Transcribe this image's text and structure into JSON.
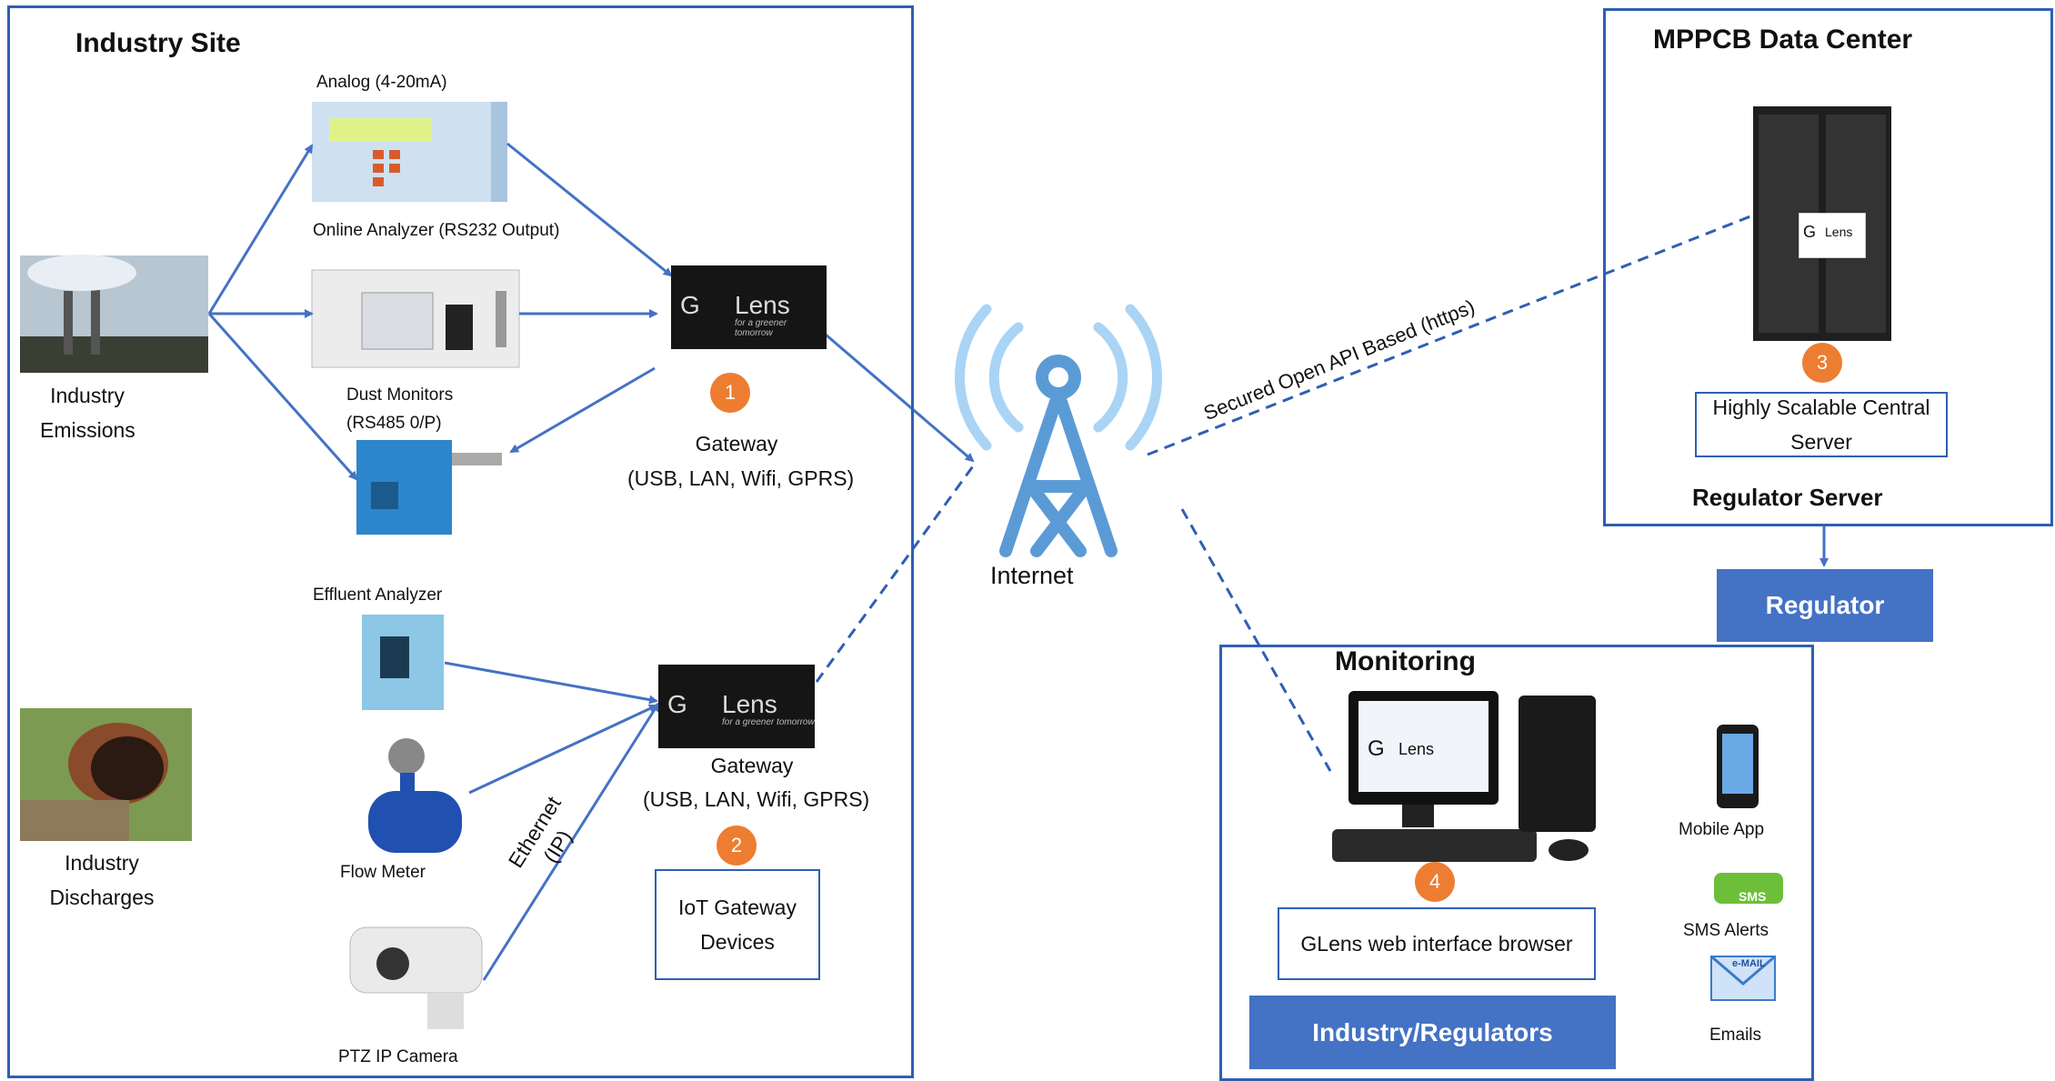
{
  "industry_site": {
    "title": "Industry Site",
    "analog_label": "Analog (4-20mA)",
    "online_analyzer_label": "Online Analyzer  (RS232 Output)",
    "dust_monitors_label": "Dust Monitors",
    "dust_monitors_proto": "(RS485 0/P)",
    "effluent_analyzer_label": "Effluent Analyzer",
    "flow_meter_label": "Flow Meter",
    "ptz_camera_label": "PTZ IP Camera",
    "ethernet_label": "Ethernet",
    "ethernet_ip_label": "(IP)",
    "emissions_line1": "Industry",
    "emissions_line2": "Emissions",
    "discharges_line1": "Industry",
    "discharges_line2": "Discharges",
    "gateway1_badge": "1",
    "gateway1_label": "Gateway",
    "gateway1_conn": "(USB, LAN, Wifi, GPRS)",
    "gateway2_label": "Gateway",
    "gateway2_conn": "(USB, LAN, Wifi, GPRS)",
    "gateway2_badge": "2",
    "iot_line1": "IoT Gateway",
    "iot_line2": "Devices"
  },
  "glens_logo": {
    "g": "G",
    "lens": "Lens",
    "tagline": "for a greener tomorrow"
  },
  "internet": {
    "label": "Internet",
    "api_label": "Secured Open API Based (https)"
  },
  "data_center": {
    "title": "MPPCB Data Center",
    "badge": "3",
    "server_line1": "Highly Scalable Central",
    "server_line2": "Server",
    "regulator_server": "Regulator Server",
    "regulator_button": "Regulator"
  },
  "monitoring": {
    "title": "Monitoring",
    "badge": "4",
    "browser_label": "GLens web interface browser",
    "industry_regulators_button": "Industry/Regulators",
    "mobile_app": "Mobile App",
    "sms_icon_text": "SMS",
    "sms_alerts": "SMS Alerts",
    "email_icon_text": "e-MAIL",
    "emails": "Emails"
  },
  "colors": {
    "frame": "#2f5fb3",
    "arrow": "#4472c4",
    "badge": "#ed7d31",
    "button": "#4472c4",
    "tower": "#5b9bd5"
  }
}
